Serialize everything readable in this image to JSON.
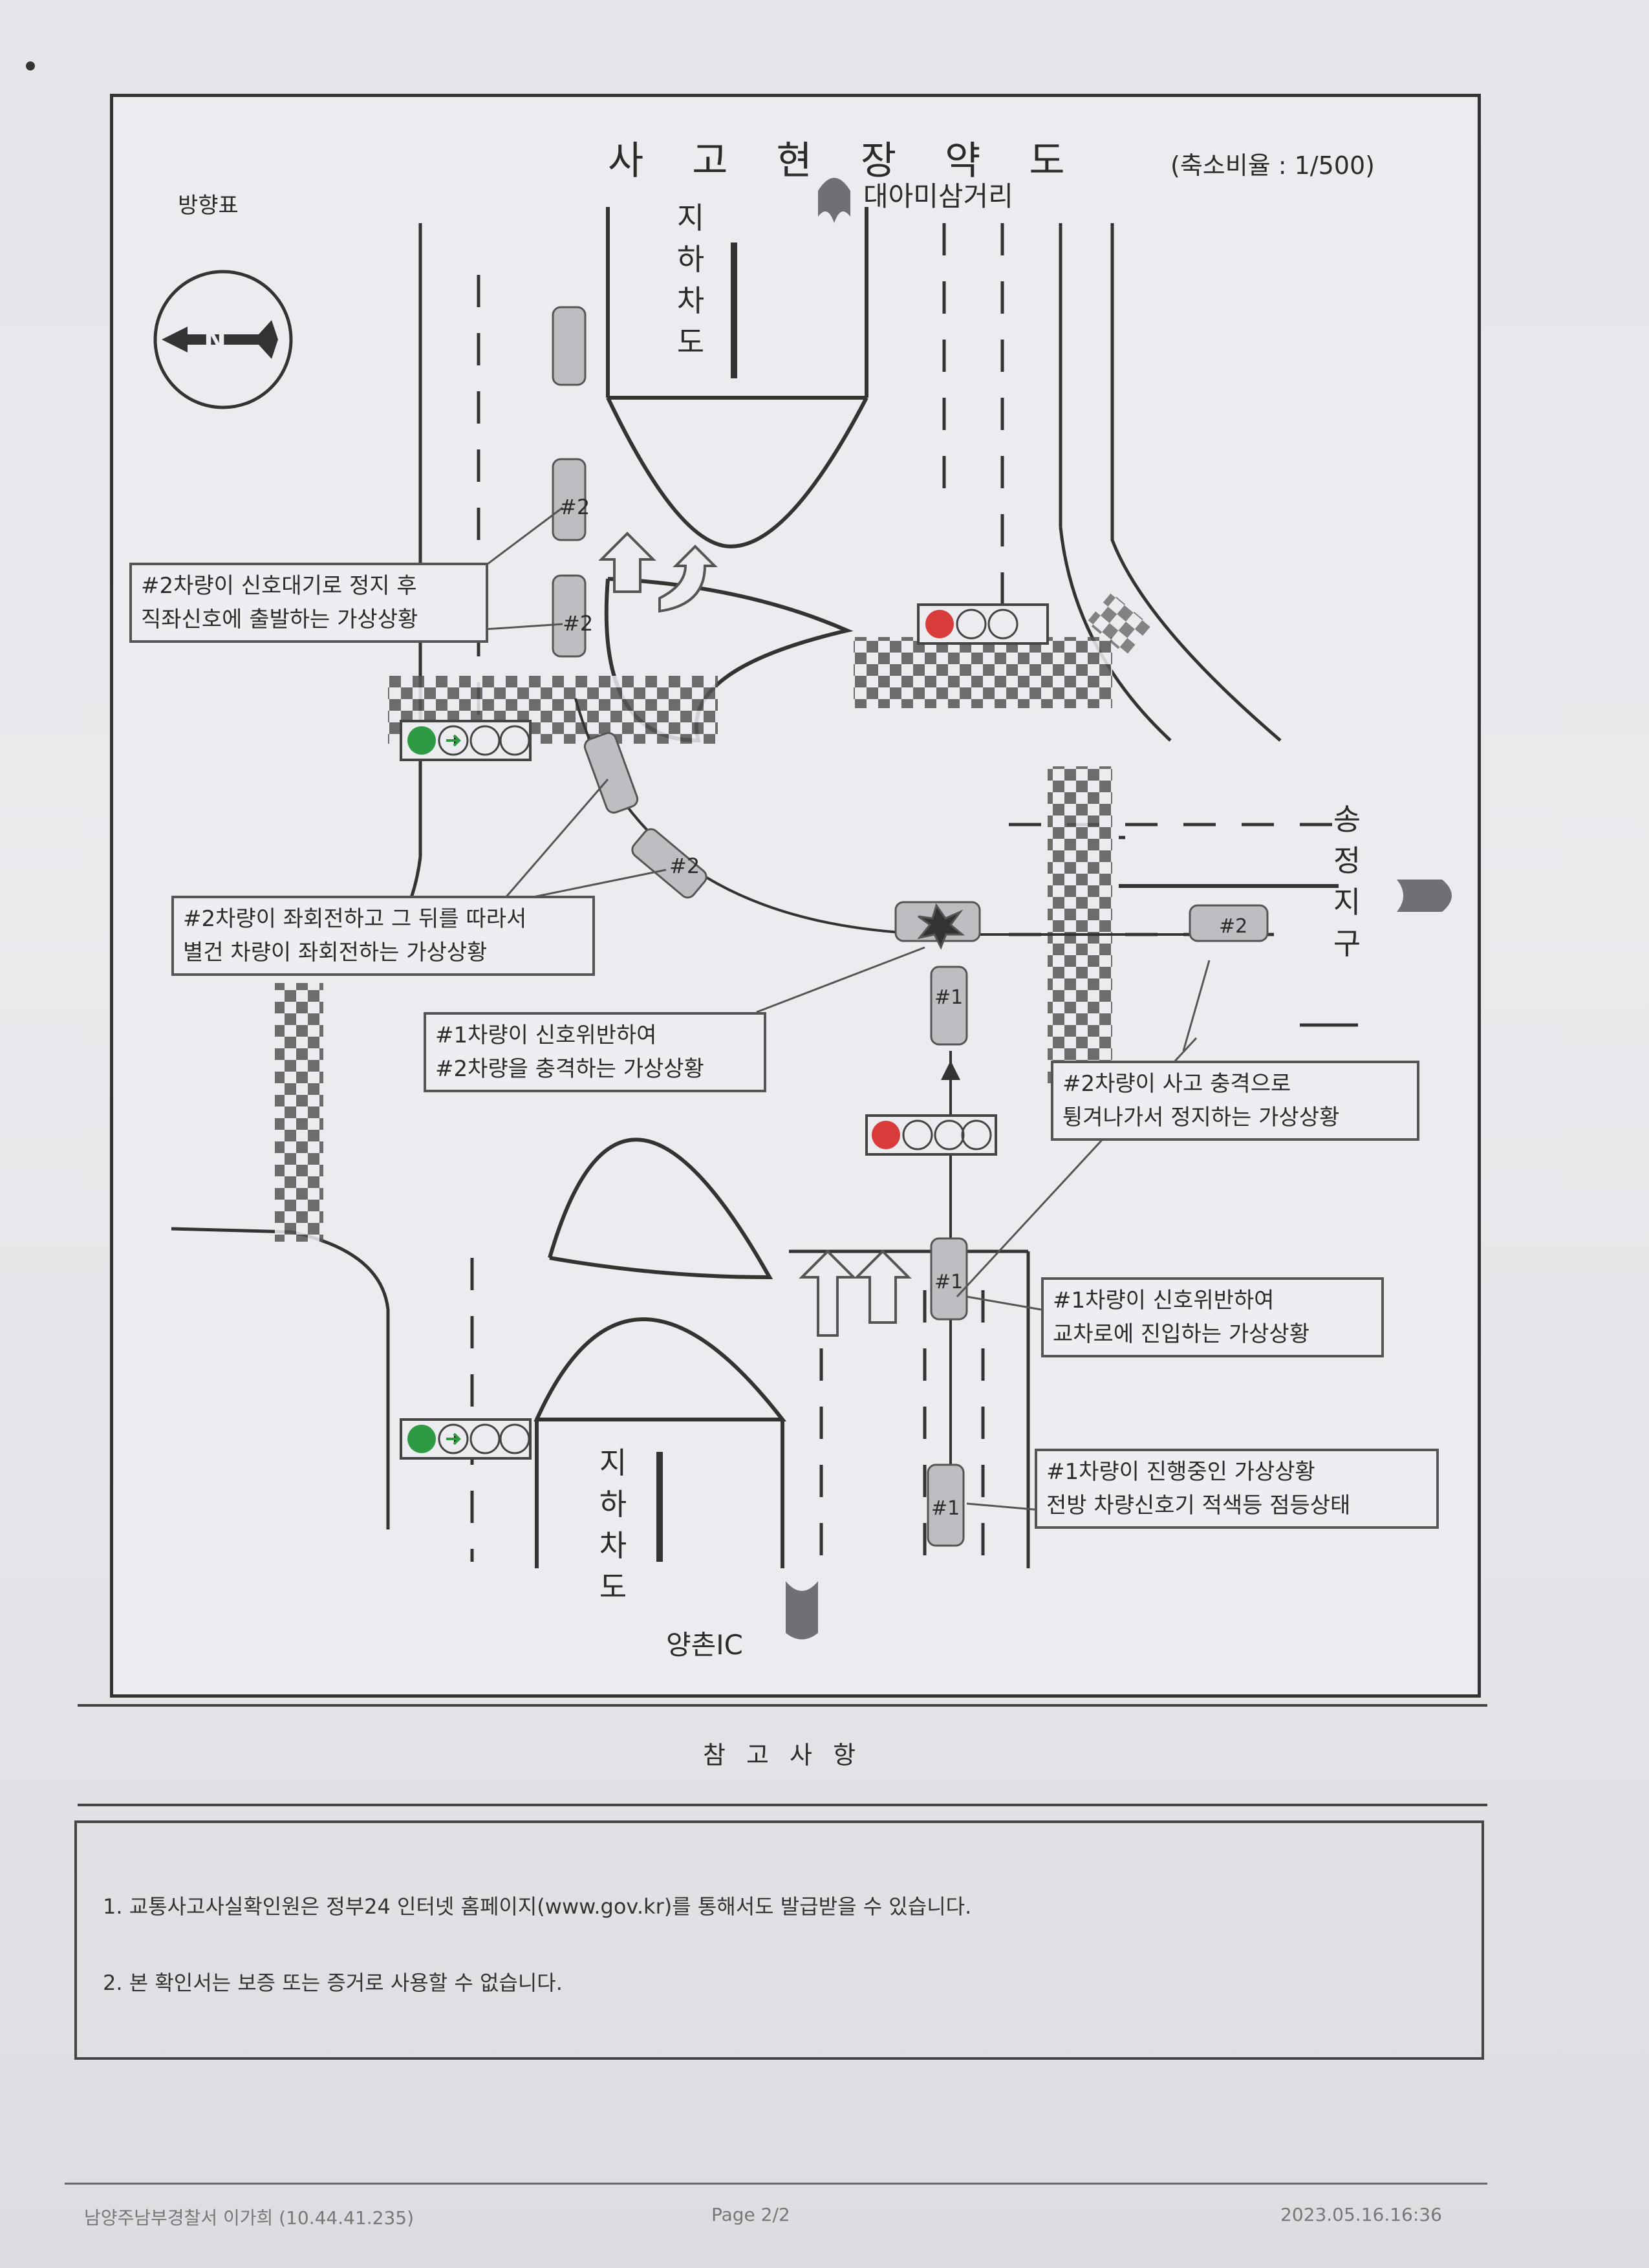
{
  "document": {
    "title": "사 고 현 장 약 도",
    "scale": "(축소비율 : 1/500)",
    "compass_label": "방향표",
    "places": {
      "north": "대아미삼거리",
      "east": "송정지구",
      "south": "양촌IC",
      "underpass_top": "지하차도",
      "underpass_bottom": "지하차도"
    },
    "vehicle_labels": {
      "vehicle1": "#1",
      "vehicle2": "#2"
    },
    "callouts": [
      {
        "lines": [
          "#2차량이 신호대기로 정지 후",
          "직좌신호에 출발하는 가상상황"
        ]
      },
      {
        "lines": [
          "#2차량이 좌회전하고 그 뒤를 따라서",
          "별건 차량이 좌회전하는 가상상황"
        ]
      },
      {
        "lines": [
          "#1차량이 신호위반하여",
          "#2차량을 충격하는 가상상황"
        ]
      },
      {
        "lines": [
          "#2차량이 사고 충격으로",
          "튕겨나가서 정지하는 가상상황"
        ]
      },
      {
        "lines": [
          "#1차량이 신호위반하여",
          "교차로에 진입하는 가상상황"
        ]
      },
      {
        "lines": [
          "#1차량이 진행중인 가상상황",
          "전방 차량신호기 적색등 점등상태"
        ]
      }
    ],
    "signal_colors": {
      "red": "#d93a3a",
      "green": "#2f9a44"
    }
  },
  "reference": {
    "heading": "참 고 사 항",
    "notes": [
      "1. 교통사고사실확인원은 정부24 인터넷 홈페이지(www.gov.kr)를 통해서도 발급받을 수 있습니다.",
      "2. 본 확인서는 보증 또는 증거로 사용할 수 없습니다."
    ]
  },
  "footer": {
    "left": "남양주남부경찰서 이가희 (10.44.41.235)",
    "center": "Page     2/2",
    "right": "2023.05.16.16:36"
  }
}
